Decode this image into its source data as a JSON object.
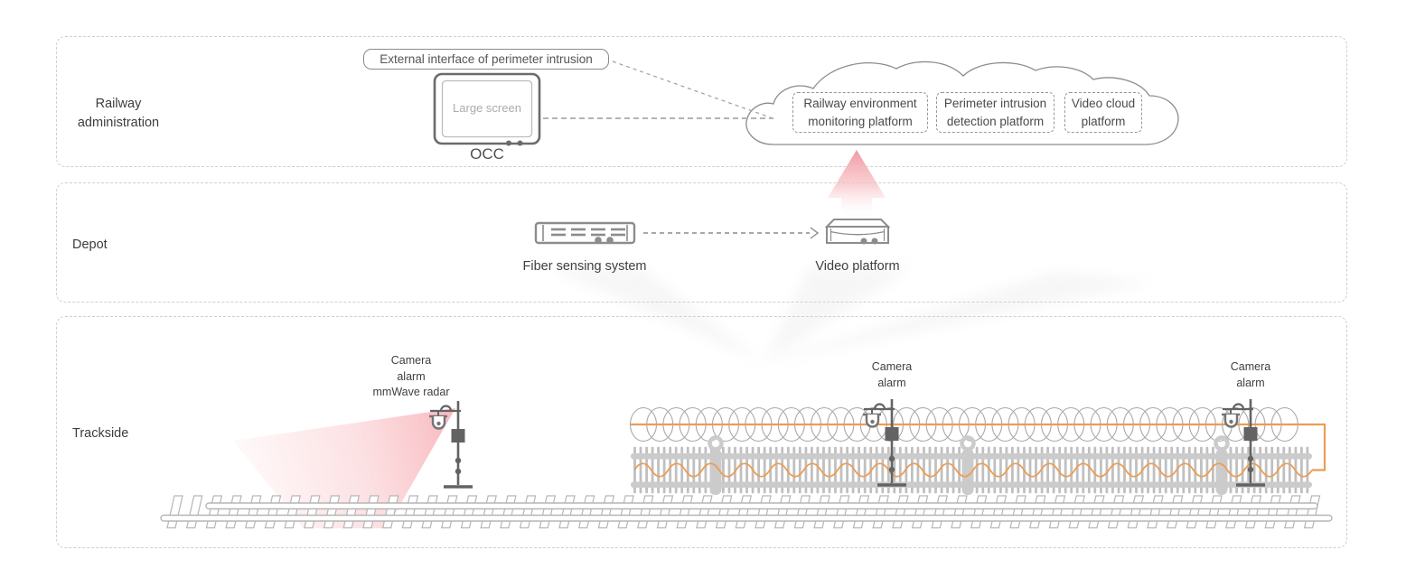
{
  "colors": {
    "accent_orange": "#ED9C54",
    "alert_pink": "#F2939B",
    "device_gray": "#8C8C8C",
    "pole_gray": "#636363",
    "fence_gray": "#C9C9C9",
    "text_dark": "#404040",
    "dashed_border": "#CFCFCF"
  },
  "railway_administration": {
    "band_label": "Railway administration",
    "external_interface": "External interface of perimeter intrusion",
    "occ": {
      "screen_label": "Large screen",
      "caption": "OCC"
    },
    "cloud_platforms": [
      {
        "label": "Railway environment monitoring platform"
      },
      {
        "label": "Perimeter intrusion detection platform"
      },
      {
        "label": "Video cloud platform"
      }
    ]
  },
  "depot": {
    "band_label": "Depot",
    "fiber_sensing_system": "Fiber sensing system",
    "video_platform": "Video platform"
  },
  "trackside": {
    "band_label": "Trackside",
    "pole_sites": [
      {
        "lines": "Camera\nalarm\nmmWave radar"
      },
      {
        "lines": "Camera\nalarm"
      },
      {
        "lines": "Camera\nalarm"
      }
    ]
  }
}
